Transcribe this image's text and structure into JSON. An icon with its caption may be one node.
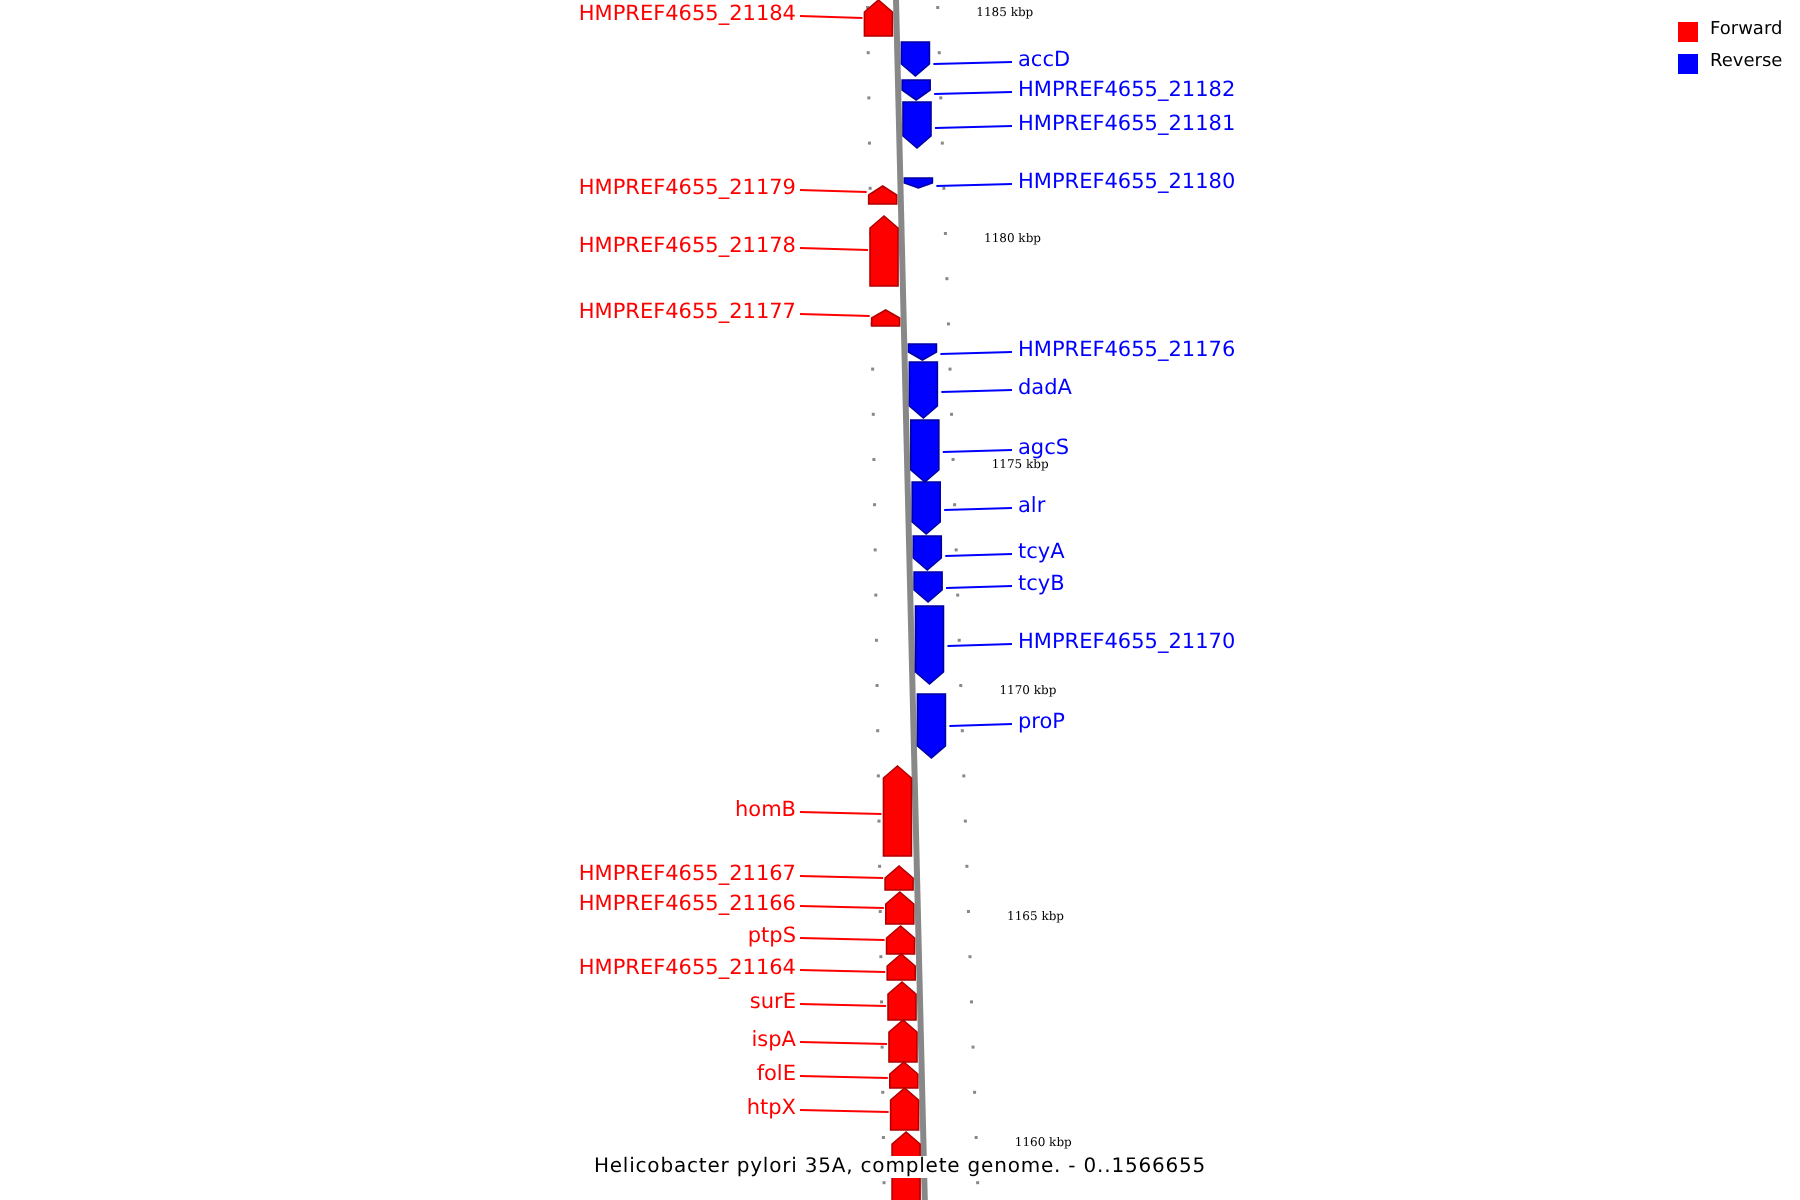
{
  "diagram": {
    "caption": "Helicobacter pylori 35A, complete genome. - 0..1566655",
    "nodes": [
      {
        "text": [
          "HMPREF4655_21184"
        ]
      },
      {
        "text": [],
        "shape": "box"
      },
      {
        "text": [
          "accD"
        ]
      },
      {
        "text": [],
        "shape": "box"
      },
      {
        "text": [
          "HMPREF4655_21182"
        ]
      },
      {
        "text": [],
        "shape": "box"
      },
      {
        "text": [
          "HMPREF4655_21181"
        ]
      },
      {
        "text": [],
        "shape": "box"
      },
      {
        "text": [
          "HMPREF4655_21180"
        ]
      },
      {
        "text": [],
        "shape": "box"
      },
      {
        "text": [
          "HMPREF4655_21179"
        ]
      },
      {
        "text": [],
        "shape": "box"
      },
      {
        "text": [
          "HMPREF4655_21178"
        ]
      },
      {
        "text": [],
        "shape": "box"
      },
      {
        "text": [
          "HMPREF4655_21177"
        ]
      },
      {
        "text": [],
        "shape": "box"
      },
      {
        "text": [
          "HMPREF4655_21176"
        ]
      },
      {
        "text": [],
        "shape": "box"
      },
      {
        "text": [
          "dadA"
        ]
      },
      {
        "text": [],
        "shape": "box"
      },
      {
        "text": [
          "agcS"
        ]
      },
      {
        "text": [],
        "shape": "box"
      },
      {
        "text": [
          "alr"
        ]
      },
      {
        "text": [],
        "shape": "box"
      },
      {
        "text": [
          "tcyA"
        ]
      },
      {
        "text": [],
        "shape": "box"
      },
      {
        "text": [
          "tcyB"
        ]
      },
      {
        "text": [],
        "shape": "box"
      },
      {
        "text": [
          "HMPREF4655_21170"
        ]
      },
      {
        "text": [],
        "shape": "box"
      },
      {
        "text": [
          "proP"
        ]
      },
      {
        "text": [],
        "shape": "box"
      },
      {
        "text": [
          "homB"
        ]
      },
      {
        "text": [],
        "shape": "box"
      },
      {
        "text": [
          "HMPREF4655_21167"
        ]
      },
      {
        "text": [],
        "shape": "box"
      },
      {
        "text": [
          "HMPREF4655_21166"
        ]
      },
      {
        "text": [],
        "shape": "box"
      },
      {
        "text": [
          "ptpS"
        ]
      },
      {
        "text": [],
        "shape": "box"
      },
      {
        "text": [
          "HMPREF4655_21164"
        ]
      },
      {
        "text": [],
        "shape": "box"
      },
      {
        "text": [
          "surE"
        ]
      },
      {
        "text": [],
        "shape": "box"
      },
      {
        "text": [
          "ispA"
        ]
      },
      {
        "text": [],
        "shape": "box"
      },
      {
        "text": [
          "folE"
        ]
      },
      {
        "text": [],
        "shape": "box"
      },
      {
        "text": [
          "htpX"
        ]
      },
      {
        "text": [],
        "shape": "box"
      },
      {
        "text": [],
        "shape": "box"
      }
    ],
    "edges": [
      {
        "from": 0,
        "to": 1,
        "arrow": "none"
      },
      {
        "from": 2,
        "to": 3,
        "arrow": "none",
        "color": "#0000ff"
      },
      {
        "from": 4,
        "to": 5,
        "arrow": "none",
        "color": "#0000ff"
      },
      {
        "from": 6,
        "to": 7,
        "arrow": "none",
        "color": "#0000ff"
      },
      {
        "from": 8,
        "to": 9,
        "arrow": "none",
        "color": "#0000ff"
      },
      {
        "from": 10,
        "to": 11,
        "arrow": "none"
      },
      {
        "from": 12,
        "to": 13,
        "arrow": "none"
      },
      {
        "from": 14,
        "to": 15,
        "arrow": "none"
      },
      {
        "from": 16,
        "to": 17,
        "arrow": "none",
        "color": "#0000ff"
      },
      {
        "from": 18,
        "to": 19,
        "arrow": "none",
        "color": "#0000ff"
      },
      {
        "from": 20,
        "to": 21,
        "arrow": "none",
        "color": "#0000ff"
      },
      {
        "from": 22,
        "to": 23,
        "arrow": "none",
        "color": "#0000ff"
      },
      {
        "from": 24,
        "to": 25,
        "arrow": "none",
        "color": "#0000ff"
      },
      {
        "from": 26,
        "to": 27,
        "arrow": "none",
        "color": "#0000ff"
      },
      {
        "from": 28,
        "to": 29,
        "arrow": "none",
        "color": "#0000ff"
      },
      {
        "from": 30,
        "to": 31,
        "arrow": "none",
        "color": "#0000ff"
      },
      {
        "from": 32,
        "to": 33,
        "arrow": "none"
      },
      {
        "from": 34,
        "to": 35,
        "arrow": "none"
      },
      {
        "from": 36,
        "to": 37,
        "arrow": "none"
      },
      {
        "from": 38,
        "to": 39,
        "arrow": "none"
      },
      {
        "from": 40,
        "to": 41,
        "arrow": "none"
      },
      {
        "from": 42,
        "to": 43,
        "arrow": "none"
      },
      {
        "from": 44,
        "to": 45,
        "arrow": "none"
      },
      {
        "from": 46,
        "to": 47,
        "arrow": "none"
      },
      {
        "from": 48,
        "to": 49,
        "arrow": "none"
      }
    ],
    "labels": [
      "1185 kbp",
      "1180 kbp",
      "1175 kbp",
      "1170 kbp",
      "1165 kbp",
      "1160 kbp"
    ],
    "legend": [
      {
        "text": "Forward",
        "color": "#ff0000"
      },
      {
        "text": "Reverse",
        "color": "#0000ff"
      }
    ]
  }
}
